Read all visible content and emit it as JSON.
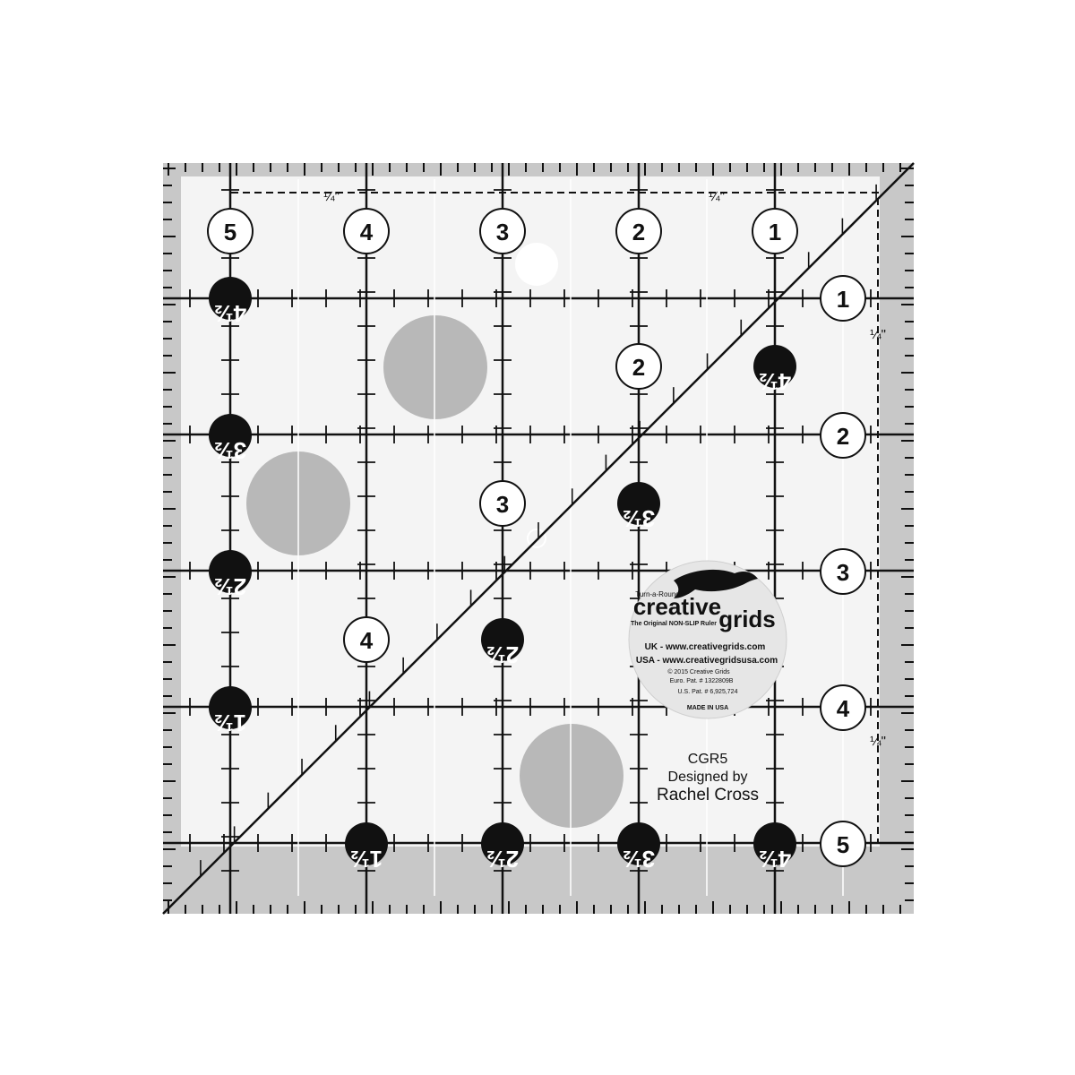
{
  "ruler": {
    "colors": {
      "body": "#f2f2f2",
      "border": "#c8c8c8",
      "lines": "#111111",
      "non_slip_dots": "#b8b8b8",
      "logo_badge": "#e6e6e6"
    },
    "top_numbers": [
      "5",
      "4",
      "3",
      "2",
      "1"
    ],
    "right_numbers": [
      "1",
      "2",
      "3",
      "4",
      "5"
    ],
    "inner_white_numbers": [
      "2",
      "3",
      "4"
    ],
    "half_badges_left": [
      "4½",
      "3½",
      "2½",
      "1½"
    ],
    "half_badges_bottom": [
      "1½",
      "2½",
      "3½",
      "4½"
    ],
    "half_badges_diagonal": [
      "4½",
      "3½",
      "2½"
    ],
    "quarter_label": "¼\"",
    "model": "CGR5",
    "designed_by": "Designed by",
    "designer": "Rachel Cross",
    "logo": {
      "tagline_top": "Turn-a-Round™",
      "brand_1": "creative",
      "brand_2": "grids",
      "tagline_bottom": "The Original NON-SLIP Ruler",
      "uk": "UK - www.creativegrids.com",
      "usa": "USA - www.creativegridsusa.com",
      "copyright": "© 2015 Creative Grids",
      "euro_pat": "Euro. Pat. # 1322809B",
      "us_pat": "U.S. Pat. # 6,925,724",
      "made_in": "MADE IN USA"
    }
  }
}
